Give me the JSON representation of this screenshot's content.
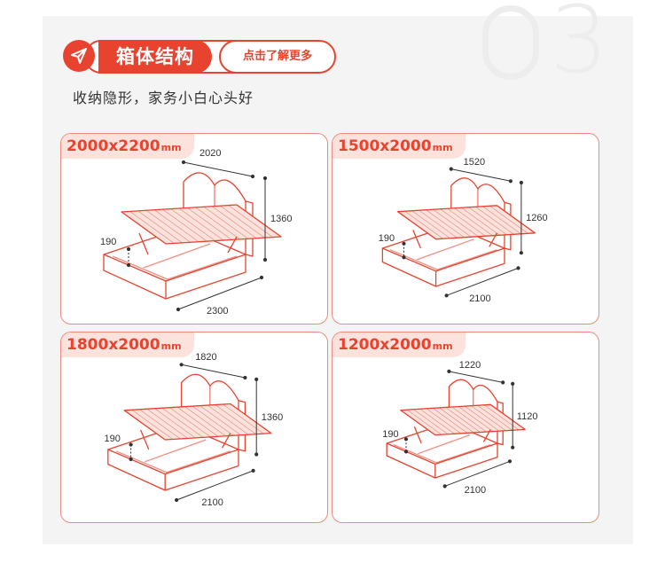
{
  "header": {
    "title": "箱体结构",
    "button_label": "点击了解更多",
    "icon": "send-arrow-icon",
    "accent_color": "#e8432f"
  },
  "watermark": "03",
  "subtitle": "收纳隐形，家务小白心头好",
  "cards": [
    {
      "size": "2000x2200",
      "unit": "mm",
      "width_dim": "2020",
      "height_dim": "1360",
      "storage_dim": "190",
      "length_dim": "2300"
    },
    {
      "size": "1500x2000",
      "unit": "mm",
      "width_dim": "1520",
      "height_dim": "1260",
      "storage_dim": "190",
      "length_dim": "2100"
    },
    {
      "size": "1800x2000",
      "unit": "mm",
      "width_dim": "1820",
      "height_dim": "1360",
      "storage_dim": "190",
      "length_dim": "2100"
    },
    {
      "size": "1200x2000",
      "unit": "mm",
      "width_dim": "1220",
      "height_dim": "1120",
      "storage_dim": "190",
      "length_dim": "2100"
    }
  ],
  "colors": {
    "outline": "#ee8a7d",
    "tag_bg": "#fbe2dd",
    "line": "#e8432f"
  }
}
